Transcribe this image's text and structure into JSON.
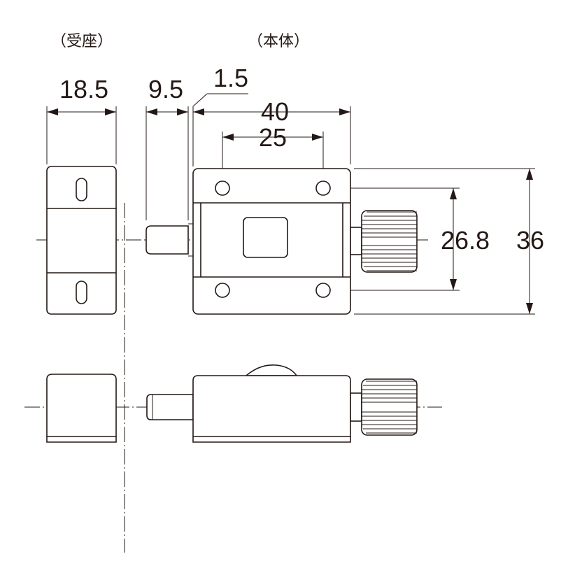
{
  "labels": {
    "receiver": "（受座）",
    "body": "（本体）"
  },
  "dimensions": {
    "receiver_width": "18.5",
    "bolt_extension": "9.5",
    "bolt_step": "1.5",
    "body_width": "40",
    "hole_pitch_horizontal": "25",
    "hole_pitch_vertical": "26.8",
    "body_height": "36"
  },
  "colors": {
    "line": "#231815",
    "background": "#ffffff"
  }
}
